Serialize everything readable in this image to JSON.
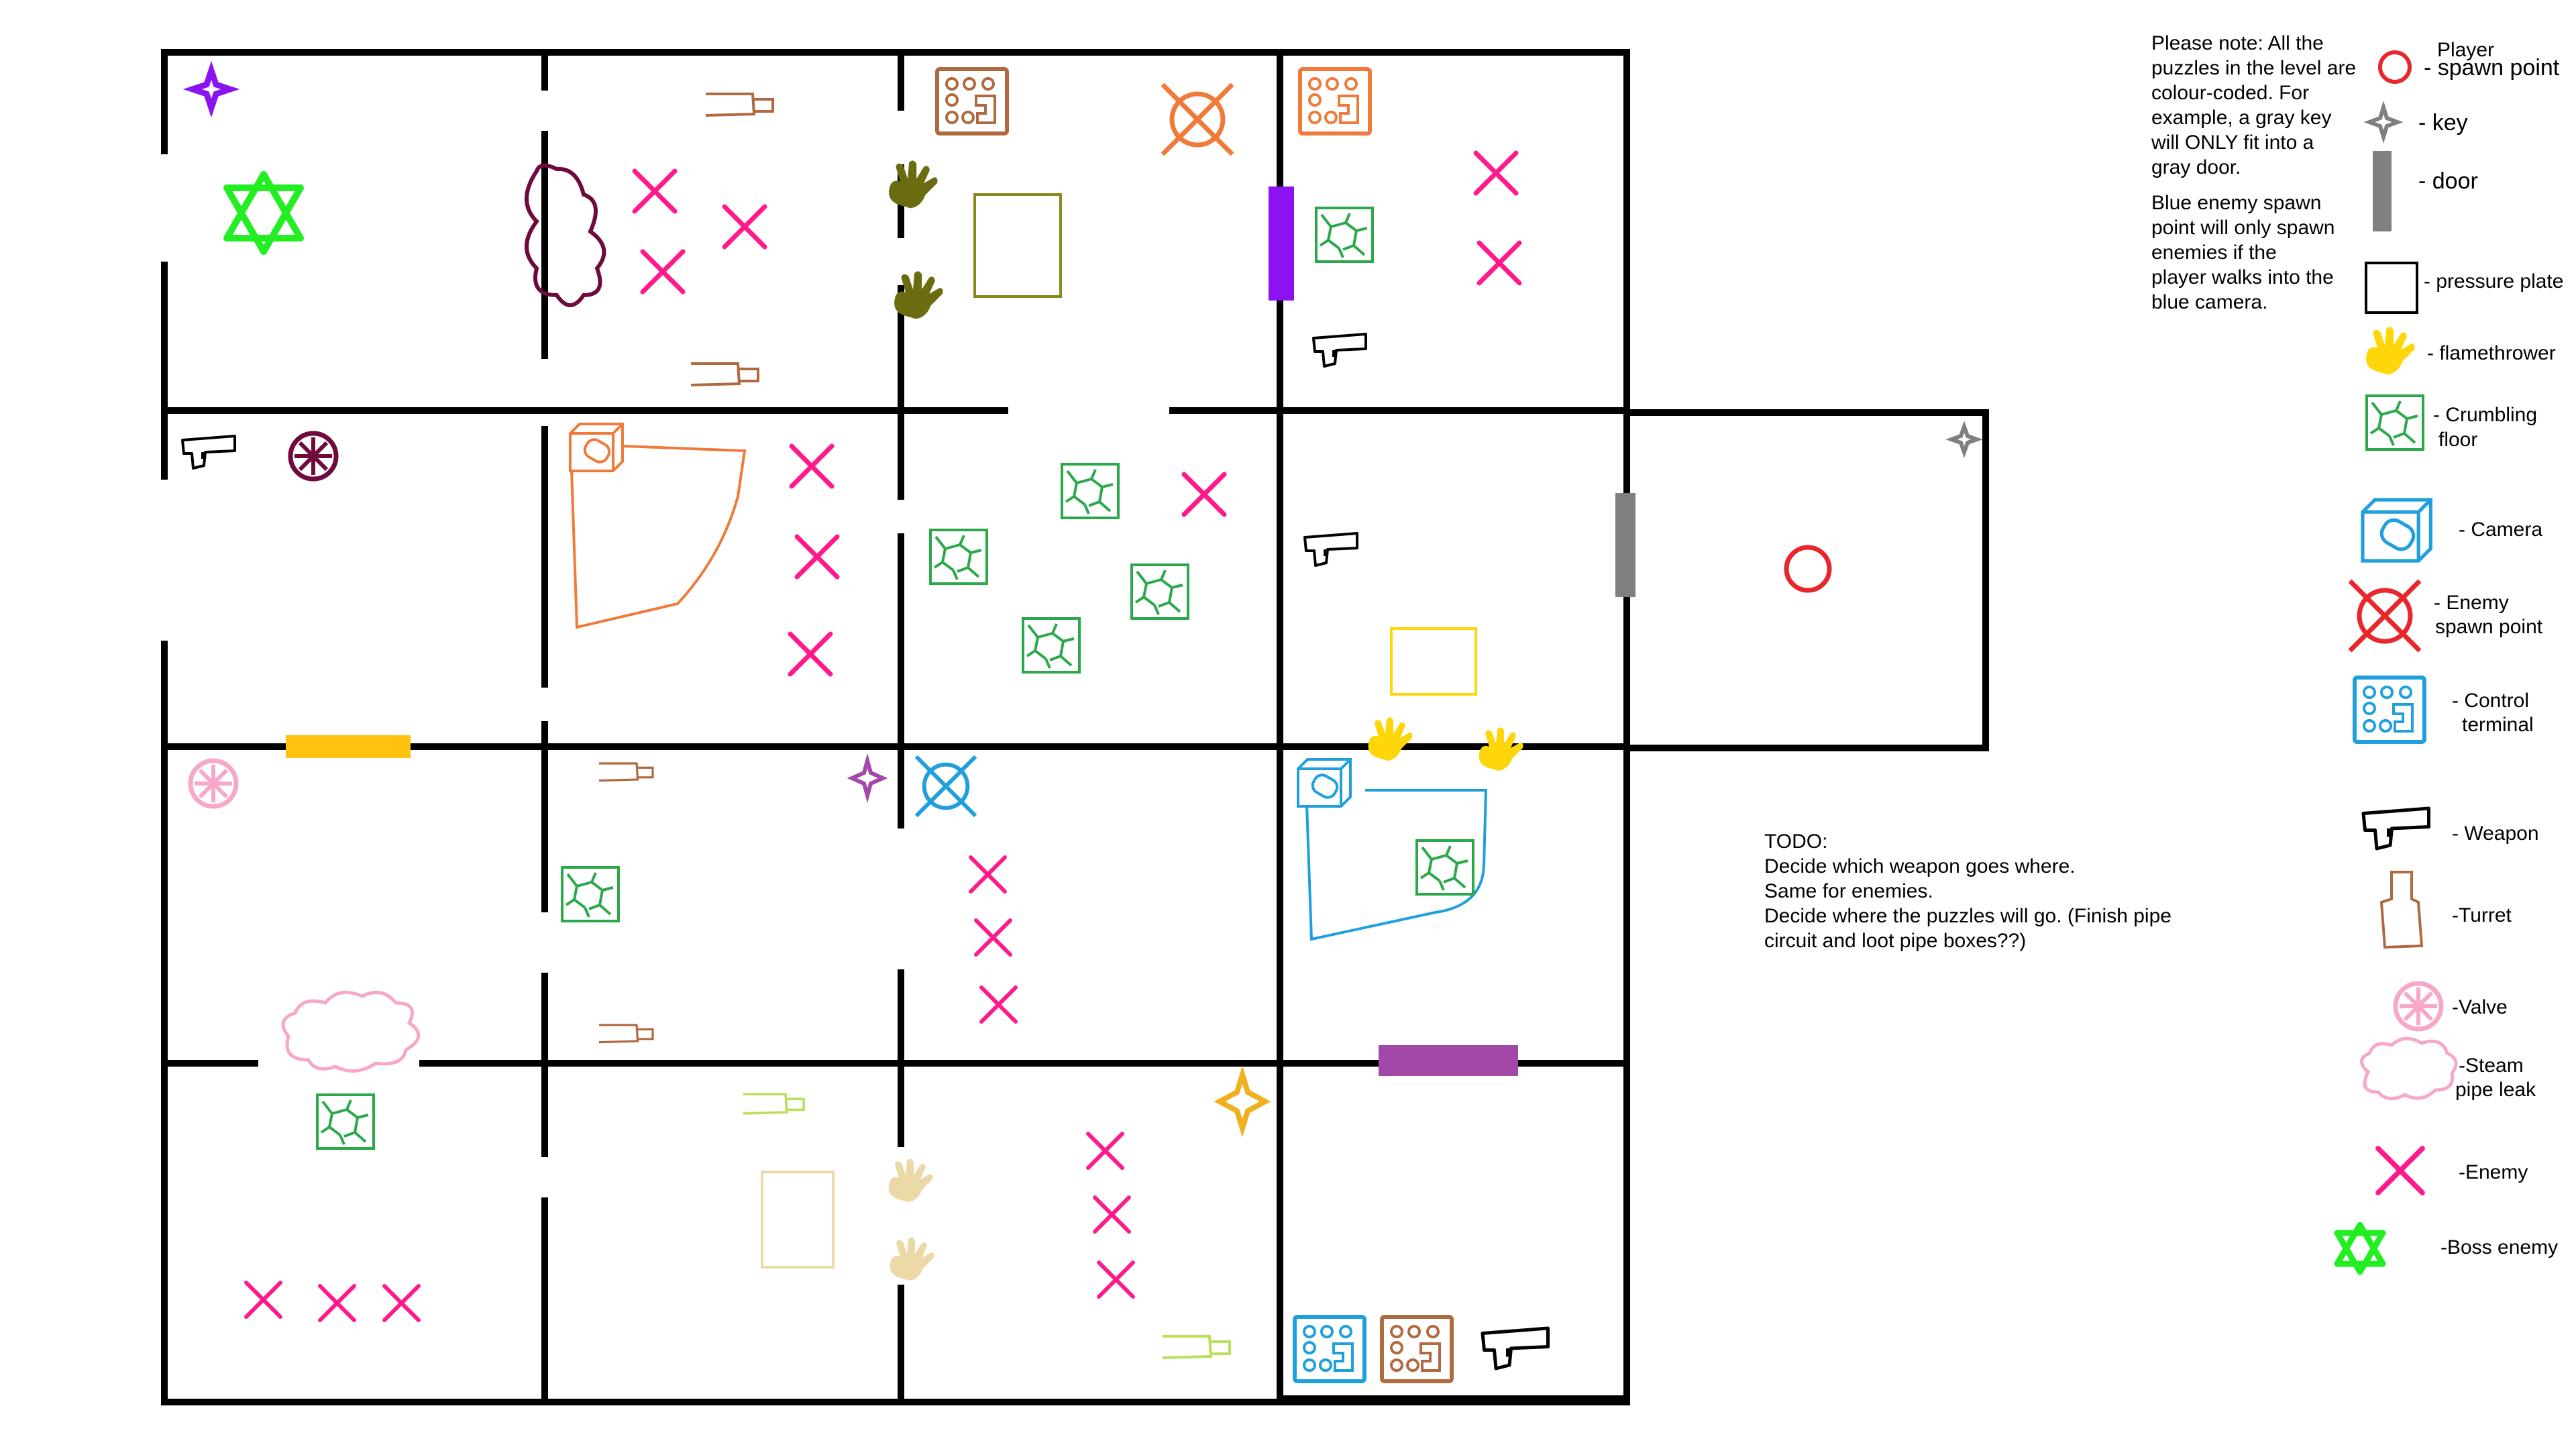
{
  "legend": {
    "player_line1": "Player",
    "player_line2": "- spawn point",
    "key": "- key",
    "door": "- door",
    "pressure_plate": "- pressure plate",
    "flamethrower": "- flamethrower",
    "crumbling_line1": "- Crumbling",
    "crumbling_line2": "floor",
    "camera": "- Camera",
    "enemy_spawn_line1": "- Enemy",
    "enemy_spawn_line2": "spawn point",
    "control_line1": "- Control",
    "control_line2": "terminal",
    "weapon": "- Weapon",
    "turret": "-Turret",
    "valve": "-Valve",
    "steam_line1": "-Steam",
    "steam_line2": "pipe leak",
    "enemy": "-Enemy",
    "boss": "-Boss enemy"
  },
  "note": {
    "lines": [
      "Please note: All the",
      "puzzles in the level are",
      "colour-coded. For",
      "example, a gray key",
      "will ONLY fit into a",
      "gray door.",
      "",
      "Blue enemy spawn",
      "point will only spawn",
      "enemies if the",
      "player walks into the",
      "blue camera."
    ]
  },
  "todo": {
    "lines": [
      "TODO:",
      "Decide which weapon goes where.",
      "Same for enemies.",
      "Decide where the puzzles will go. (Finish pipe",
      "circuit and loot pipe boxes??)"
    ]
  },
  "colors": {
    "wall": "#000000",
    "enemy": "#ff1a8c",
    "boss": "#22ee22",
    "crumbling": "#2aa84a",
    "player_spawn": "#e8262b",
    "gray": "#808080",
    "purple": "#8a13f0",
    "orange": "#f07a3a",
    "blue": "#1fa0dc",
    "olive": "#6b6b10",
    "yellow": "#ffd60a",
    "pink": "#f7a8c8",
    "maroon": "#6e0a3c",
    "brown": "#b06a40",
    "lime": "#b8e05a",
    "beige": "#ecd9a8",
    "violet_door": "#a347a8",
    "gold_door": "#ffc20e"
  }
}
